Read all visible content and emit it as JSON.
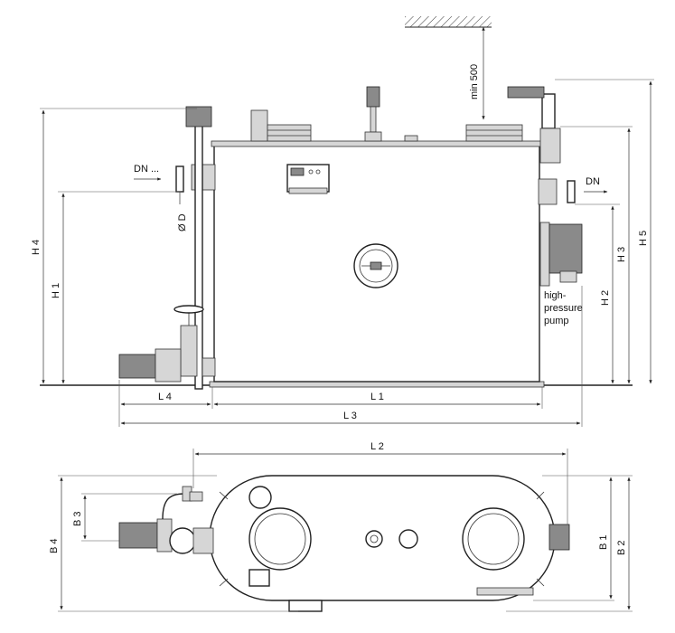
{
  "labels": {
    "dn_in": "DN ...",
    "dn_out": "DN",
    "diameter": "Ø D",
    "min_clearance": "min 500",
    "pump_line1": "high-",
    "pump_line2": "pressure",
    "pump_line3": "pump",
    "H1": "H 1",
    "H2": "H 2",
    "H3": "H 3",
    "H4": "H 4",
    "H5": "H 5",
    "L1": "L 1",
    "L2": "L 2",
    "L3": "L 3",
    "L4": "L 4",
    "B1": "B 1",
    "B2": "B 2",
    "B3": "B 3",
    "B4": "B 4"
  }
}
